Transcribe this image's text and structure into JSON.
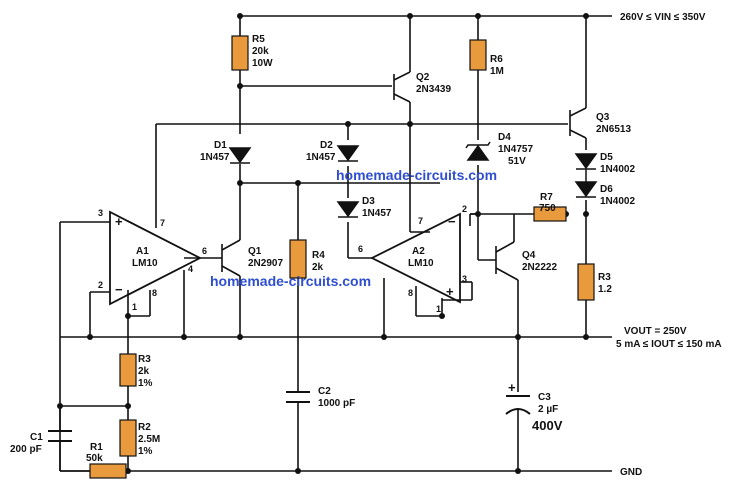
{
  "rails": {
    "vin": "260V ≤ VIN ≤ 350V",
    "vout_line1": "VOUT = 250V",
    "vout_line2": "5 mA ≤ IOUT ≤ 150 mA",
    "gnd": "GND"
  },
  "watermark": "homemade-circuits.com",
  "components": {
    "r5": {
      "ref": "R5",
      "v1": "20k",
      "v2": "10W"
    },
    "r6": {
      "ref": "R6",
      "v1": "1M"
    },
    "r7": {
      "ref": "R7",
      "v1": "750"
    },
    "r4": {
      "ref": "R4",
      "v1": "2k"
    },
    "r3b": {
      "ref": "R3",
      "v1": "1.2"
    },
    "r3": {
      "ref": "R3",
      "v1": "2k",
      "v2": "1%"
    },
    "r2": {
      "ref": "R2",
      "v1": "2.5M",
      "v2": "1%"
    },
    "r1": {
      "ref": "R1",
      "v1": "50k"
    },
    "c1": {
      "ref": "C1",
      "v1": "200 pF"
    },
    "c2": {
      "ref": "C2",
      "v1": "1000 pF"
    },
    "c3": {
      "ref": "C3",
      "v1": "2 µF",
      "v2": "400V"
    },
    "q1": {
      "ref": "Q1",
      "v1": "2N2907"
    },
    "q2": {
      "ref": "Q2",
      "v1": "2N3439"
    },
    "q3": {
      "ref": "Q3",
      "v1": "2N6513"
    },
    "q4": {
      "ref": "Q4",
      "v1": "2N2222"
    },
    "d1": {
      "ref": "D1",
      "v1": "1N457"
    },
    "d2": {
      "ref": "D2",
      "v1": "1N457"
    },
    "d3": {
      "ref": "D3",
      "v1": "1N457"
    },
    "d4": {
      "ref": "D4",
      "v1": "1N4757",
      "v2": "51V"
    },
    "d5": {
      "ref": "D5",
      "v1": "1N4002"
    },
    "d6": {
      "ref": "D6",
      "v1": "1N4002"
    },
    "a1": {
      "ref": "A1",
      "v1": "LM10"
    },
    "a2": {
      "ref": "A2",
      "v1": "LM10"
    }
  },
  "pins": {
    "a1_inp": "3",
    "a1_inn": "2",
    "a1_p7": "7",
    "a1_p6": "6",
    "a1_p4": "4",
    "a1_p8": "8",
    "a1_p1": "1",
    "a2_p7": "7",
    "a2_p2": "2",
    "a2_p6": "6",
    "a2_p8": "8",
    "a2_p3": "3",
    "a2_p1": "1",
    "plus": "+",
    "minus": "−"
  },
  "colors": {
    "wire": "#111111",
    "resistor": "#e89a3c",
    "watermark": "#2f4fd0"
  }
}
